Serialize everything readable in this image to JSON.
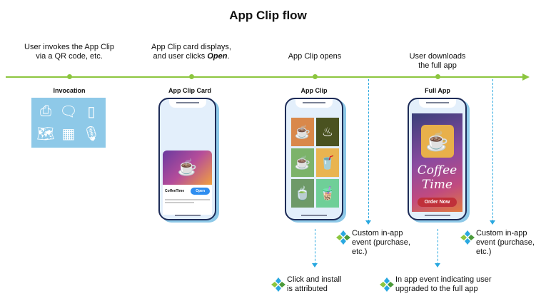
{
  "title": "App Clip flow",
  "colors": {
    "timeline": "#8cc63f",
    "dashed": "#29a8e0",
    "invocation_bg": "#8ec9e8",
    "phone_border": "#1d2b57"
  },
  "steps": [
    {
      "label": "User invokes the App Clip via a QR code, etc.",
      "sublabel": "Invocation"
    },
    {
      "label": "App Clip card displays, and user clicks ",
      "label_em": "Open",
      "label_end": ".",
      "sublabel": "App Clip Card"
    },
    {
      "label": "App Clip opens",
      "sublabel": "App Clip"
    },
    {
      "label": "User downloads the full app",
      "sublabel": "Full App"
    }
  ],
  "invocation_icons": [
    "nfc-reader-icon",
    "message-bubble-icon",
    "phone-icon",
    "map-icon",
    "qr-code-icon",
    "microphone-icon"
  ],
  "clip_card": {
    "app_name": "CoffeeTime",
    "open_button": "Open"
  },
  "full_app": {
    "title_line1": "Coffee",
    "title_line2": "Time",
    "order_button": "Order Now"
  },
  "annotations": {
    "custom_event_1": "Custom in-app event (purchase, etc.)",
    "custom_event_2": "Custom in-app event (purchase, etc.)",
    "click_install": "Click and install is attributed",
    "upgrade_event": "In app event indicating user upgraded to the full app"
  }
}
